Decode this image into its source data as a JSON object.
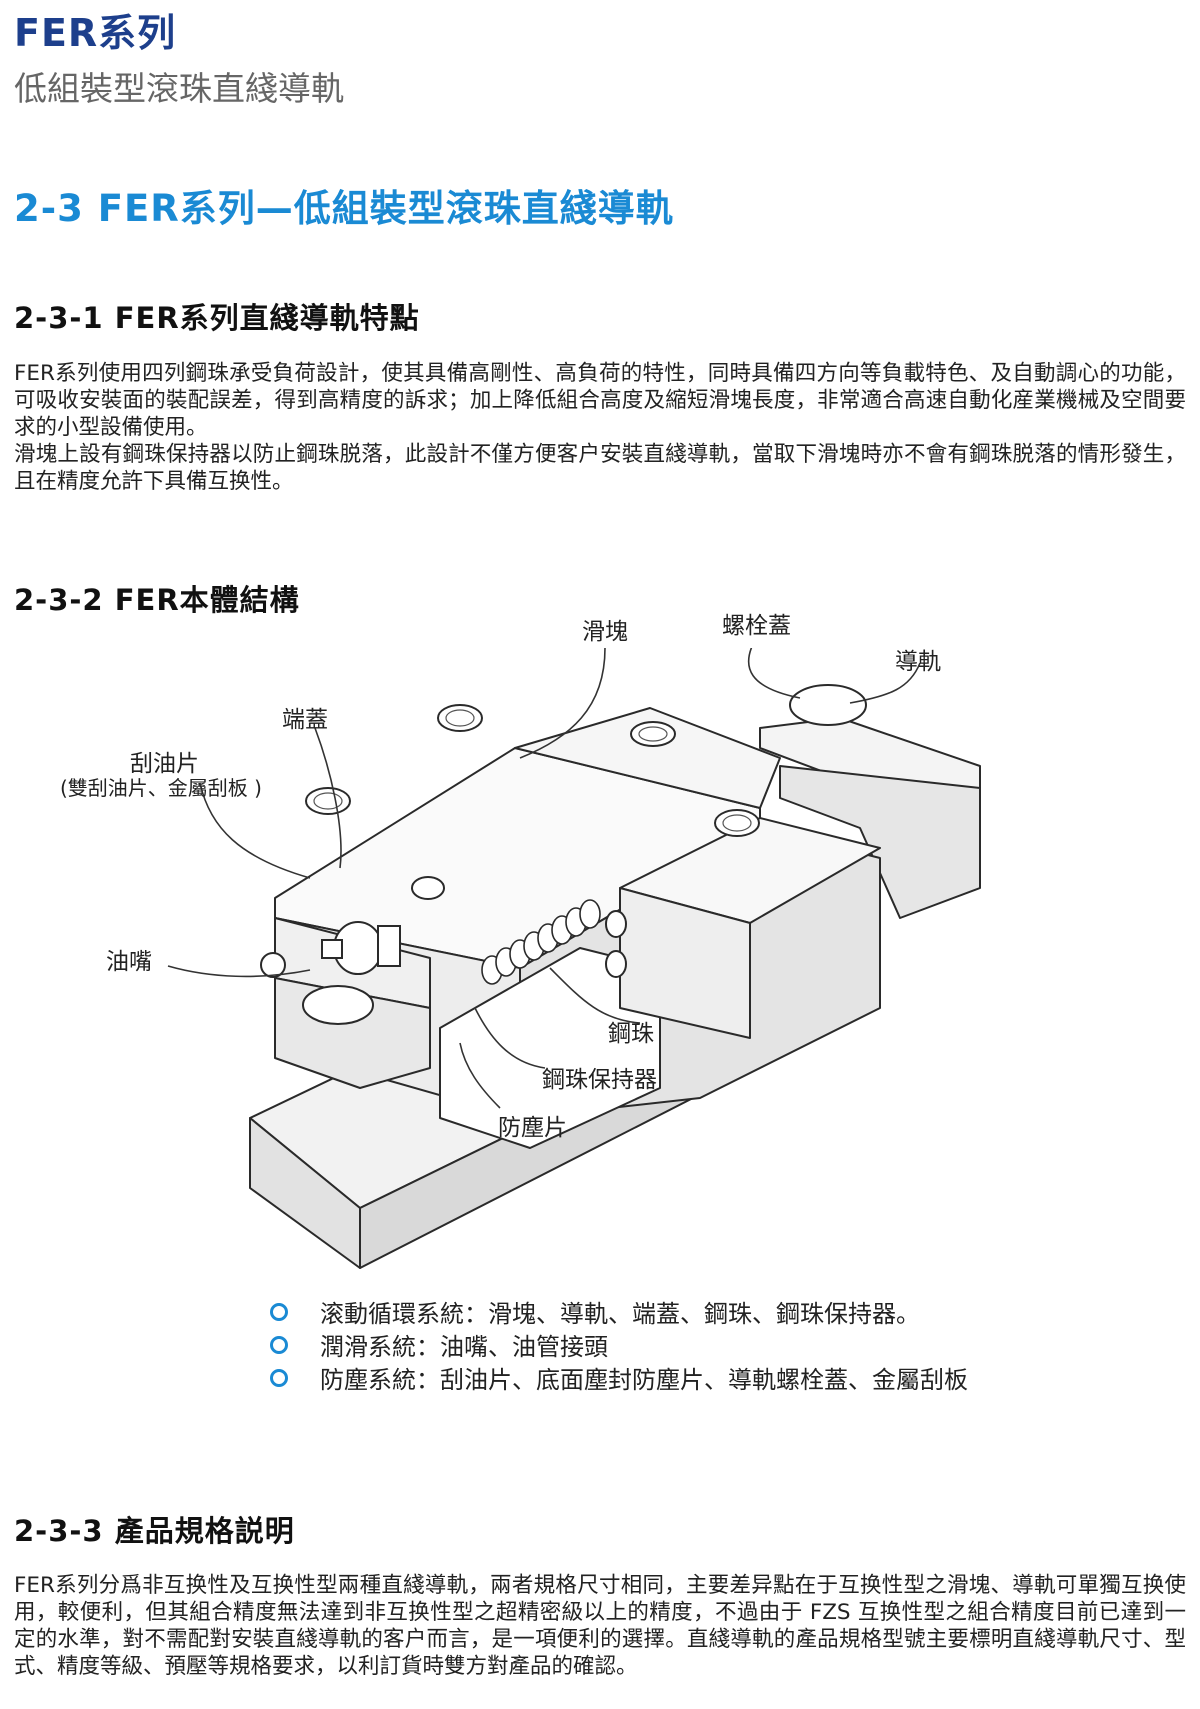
{
  "header": {
    "series_title": "FER系列",
    "series_subtitle": "低組裝型滾珠直綫導軌"
  },
  "main_heading": "2-3 FER系列—低組裝型滾珠直綫導軌",
  "section_features": {
    "heading": "2-3-1 FER系列直綫導軌特點",
    "paragraphs": [
      "FER系列使用四列鋼珠承受負荷設計，使其具備高剛性、高負荷的特性，同時具備四方向等負載特色、及自動調心的功能，可吸收安裝面的裝配誤差，得到高精度的訴求；加上降低組合高度及縮短滑塊長度，非常適合高速自動化産業機械及空間要求的小型設備使用。",
      "滑塊上設有鋼珠保持器以防止鋼珠脱落，此設計不僅方便客户安裝直綫導軌，當取下滑塊時亦不會有鋼珠脱落的情形發生，且在精度允許下具備互换性。"
    ]
  },
  "section_structure": {
    "heading": "2-3-2 FER本體結構",
    "diagram_labels": {
      "slider": "滑塊",
      "bolt_cap": "螺栓蓋",
      "rail": "導軌",
      "end_cap": "端蓋",
      "scraper": "刮油片",
      "scraper_detail": "(雙刮油片、金屬刮板 )",
      "grease_nipple": "油嘴",
      "steel_ball": "鋼珠",
      "ball_retainer": "鋼珠保持器",
      "dust_seal": "防塵片"
    },
    "systems": [
      "滚動循環系統：滑塊、導軌、端蓋、鋼珠、鋼珠保持器。",
      "潤滑系統：油嘴、油管接頭",
      "防塵系統：刮油片、底面塵封防塵片、導軌螺栓蓋、金屬刮板"
    ],
    "bullet_color": "#1a8ad4"
  },
  "section_spec": {
    "heading": "2-3-3 產品規格説明",
    "paragraph": "FER系列分爲非互换性及互换性型兩種直綫導軌，兩者規格尺寸相同，主要差异點在于互换性型之滑塊、導軌可單獨互换使用，較便利，但其組合精度無法達到非互换性型之超精密級以上的精度，不過由于 FZS 互换性型之組合精度目前已達到一定的水準，對不需配對安裝直綫導軌的客户而言，是一項便利的選擇。直綫導軌的產品規格型號主要標明直綫導軌尺寸、型式、精度等級、預壓等規格要求，以利訂貨時雙方對產品的確認。"
  }
}
